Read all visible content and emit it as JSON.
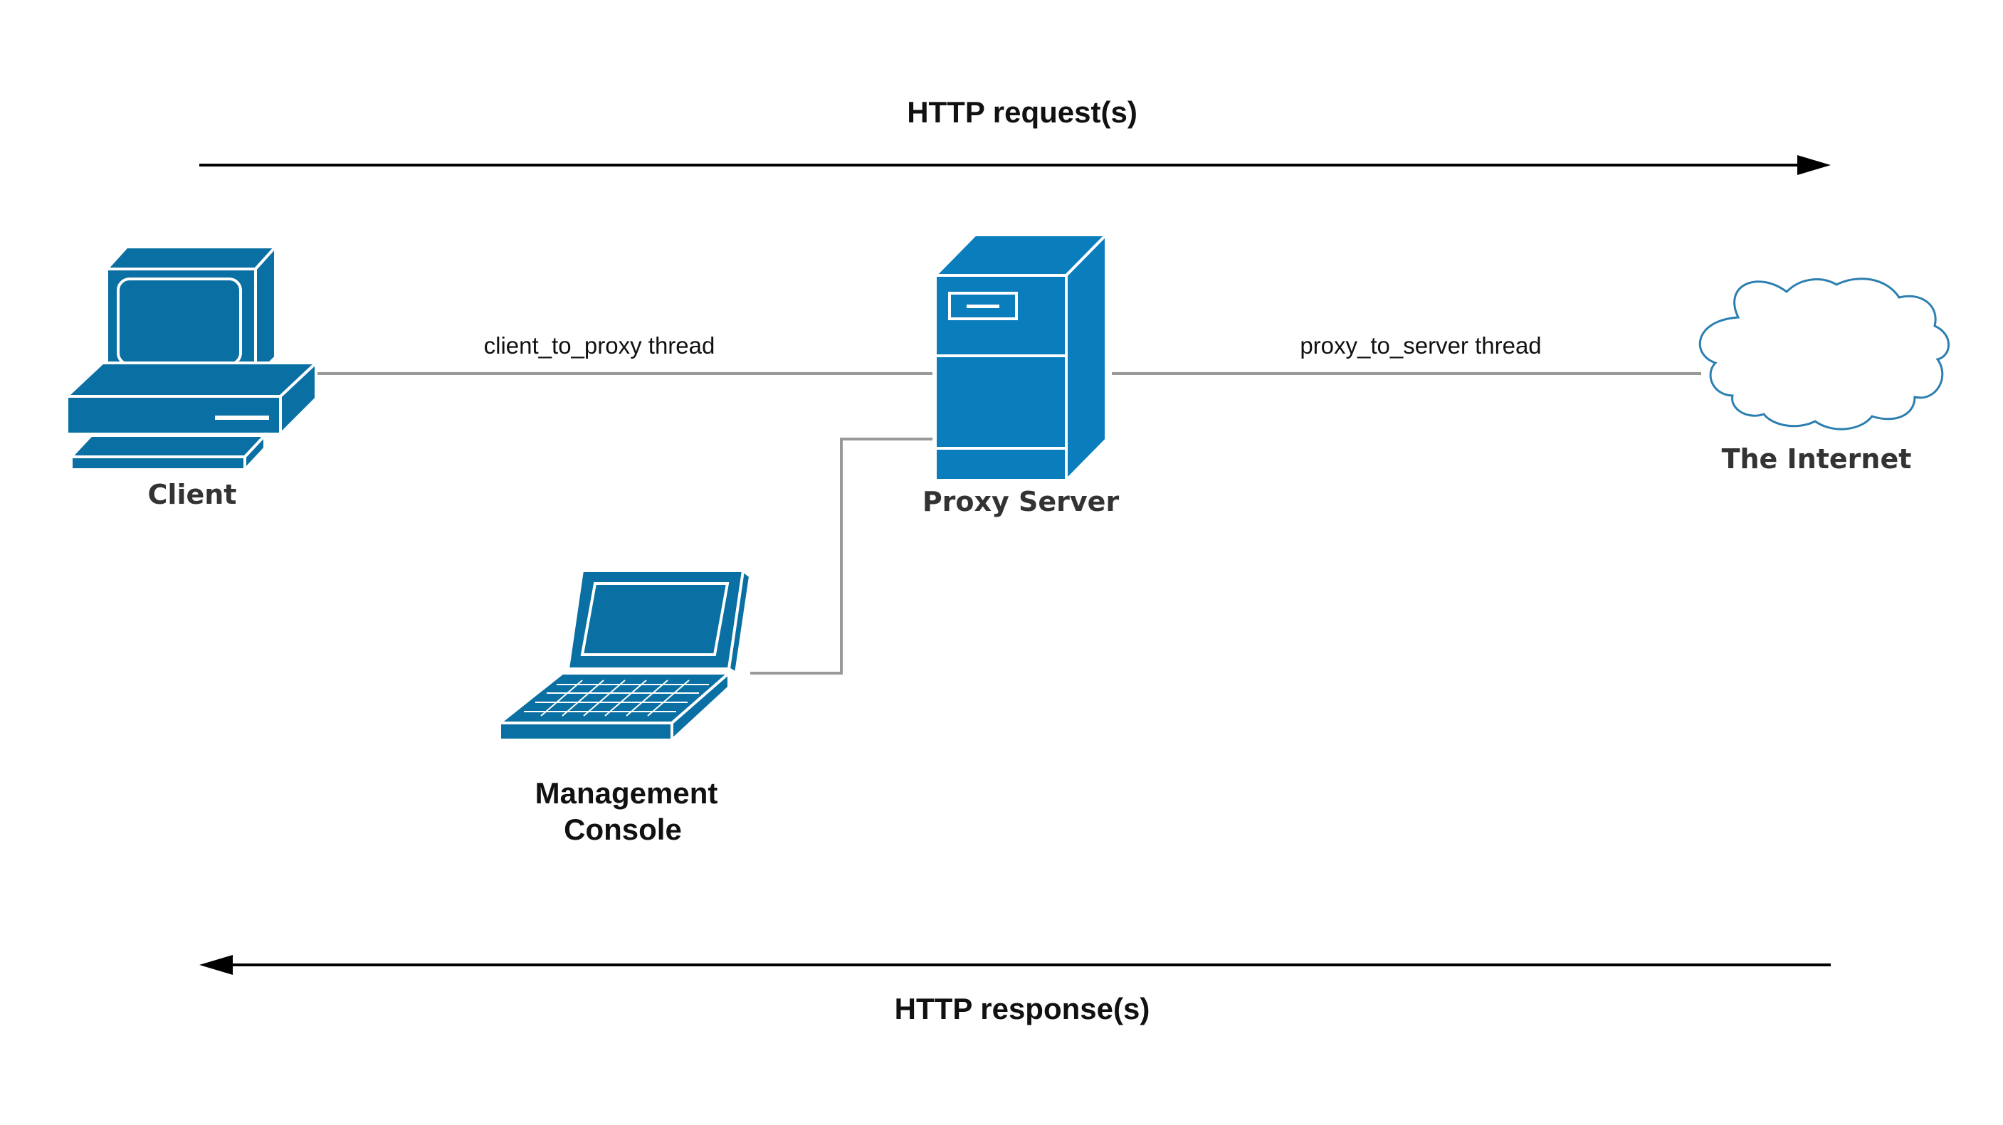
{
  "diagram": {
    "request_label": "HTTP request(s)",
    "response_label": "HTTP response(s)",
    "client_thread_label": "client_to_proxy thread",
    "server_thread_label": "proxy_to_server thread",
    "nodes": {
      "client": "Client",
      "proxy": "Proxy Server",
      "internet": "The Internet",
      "console_line1": "Management",
      "console_line2": "Console"
    },
    "colors": {
      "device_blue": "#0a6fa3",
      "device_dark": "#075e8a",
      "connector_gray": "#999999",
      "arrow_black": "#000000",
      "cloud_stroke": "#2b7fb0"
    }
  }
}
